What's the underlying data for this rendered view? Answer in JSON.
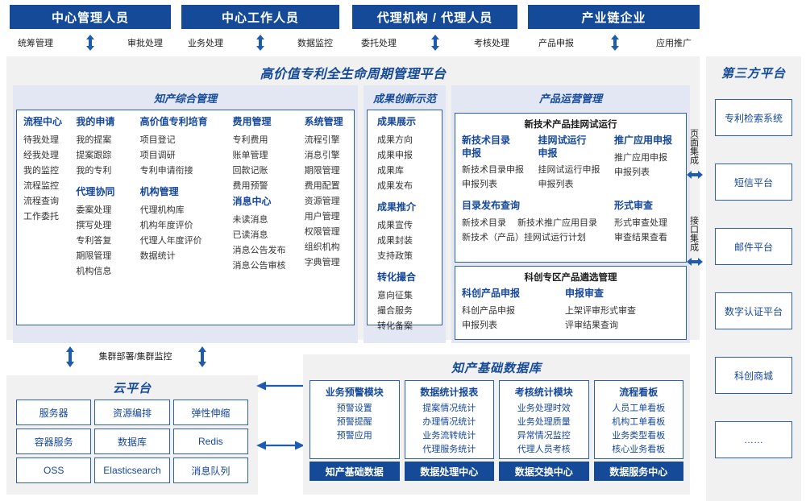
{
  "roles": [
    {
      "title": "中心管理人员",
      "left": "统筹管理",
      "right": "审批处理"
    },
    {
      "title": "中心工作人员",
      "left": "业务处理",
      "right": "数据监控"
    },
    {
      "title": "代理机构 / 代理人员",
      "left": "委托处理",
      "right": "考核处理"
    },
    {
      "title": "产业链企业",
      "left": "产品申报",
      "right": "应用推广"
    }
  ],
  "platform": {
    "title": "高价值专利全生命周期管理平台",
    "groups": {
      "ip_mgmt": {
        "title": "知产综合管理",
        "columns": [
          {
            "sections": [
              {
                "heading": "流程中心",
                "items": [
                  "待我处理",
                  "经我处理",
                  "我的监控",
                  "流程监控",
                  "流程查询",
                  "工作委托"
                ]
              }
            ]
          },
          {
            "sections": [
              {
                "heading": "我的申请",
                "items": [
                  "我的提案",
                  "提案跟踪",
                  "我的专利"
                ]
              },
              {
                "heading": "代理协同",
                "items": [
                  "委案处理",
                  "撰写处理",
                  "专利答复",
                  "期限管理",
                  "机构信息"
                ]
              }
            ]
          },
          {
            "sections": [
              {
                "heading": "高价值专利培育",
                "items": [
                  "项目登记",
                  "项目调研",
                  "专利申请衔接"
                ]
              },
              {
                "heading": "机构管理",
                "items": [
                  "代理机构库",
                  "机构年度评价",
                  "代理人年度评价",
                  "数据统计"
                ]
              }
            ]
          },
          {
            "sections": [
              {
                "heading": "费用管理",
                "items": [
                  "专利费用",
                  "账单管理",
                  "回款记账",
                  "费用预警"
                ]
              },
              {
                "heading": "消息中心",
                "items": [
                  "未读消息",
                  "已读消息",
                  "消息公告发布",
                  "消息公告审核"
                ]
              }
            ]
          },
          {
            "sections": [
              {
                "heading": "系统管理",
                "items": [
                  "流程引擎",
                  "消息引擎",
                  "期限管理",
                  "费用配置",
                  "资源管理",
                  "用户管理",
                  "权限管理",
                  "组织机构",
                  "字典管理"
                ]
              }
            ]
          }
        ]
      },
      "achievement": {
        "title": "成果创新示范",
        "columns": [
          {
            "sections": [
              {
                "heading": "成果展示",
                "items": [
                  "成果方向",
                  "成果申报",
                  "成果库",
                  "成果发布"
                ]
              },
              {
                "heading": "成果推介",
                "items": [
                  "成果宣传",
                  "成果封装",
                  "支持政策"
                ]
              },
              {
                "heading": "转化撮合",
                "items": [
                  "意向征集",
                  "撮合服务",
                  "转化备案"
                ]
              }
            ]
          }
        ]
      },
      "product_ops": {
        "title": "产品运营管理",
        "panels": [
          {
            "title": "新技术产品挂网试运行",
            "rows": [
              {
                "cols": [
                  {
                    "heading": "新技术目录\n申报",
                    "items": [
                      "新技术目录申报",
                      "申报列表"
                    ]
                  },
                  {
                    "heading": "挂网试运行\n申报",
                    "items": [
                      "挂网试运行申报",
                      "申报列表"
                    ]
                  },
                  {
                    "heading": "推广应用申报",
                    "items": [
                      "推广应用申报",
                      "申报列表"
                    ]
                  }
                ]
              },
              {
                "cols": [
                  {
                    "heading": "目录发布查询",
                    "inline": [
                      "新技术目录",
                      "新技术推广应用目录"
                    ],
                    "items": [
                      "新技术（产品）挂网试运行计划"
                    ]
                  },
                  {
                    "heading": "形式审查",
                    "items": [
                      "形式审查处理",
                      "审查结果查看"
                    ]
                  }
                ]
              }
            ]
          },
          {
            "title": "科创专区产品遴选管理",
            "rows": [
              {
                "cols": [
                  {
                    "heading": "科创产品申报",
                    "items": [
                      "科创产品申报",
                      "申报列表"
                    ]
                  },
                  {
                    "heading": "申报审查",
                    "items": [
                      "上架评审形式审查",
                      "评审结果查询"
                    ]
                  }
                ]
              }
            ]
          }
        ]
      }
    }
  },
  "integration": {
    "page": "页面集成",
    "api": "接口集成"
  },
  "third_party": {
    "title": "第三方平台",
    "items": [
      "专利检索系统",
      "短信平台",
      "邮件平台",
      "数字认证平台",
      "科创商城",
      "……"
    ]
  },
  "cloud": {
    "title": "云平台",
    "note": "集群部署/集群监控",
    "cells": [
      "服务器",
      "资源编排",
      "弹性伸缩",
      "容器服务",
      "数据库",
      "Redis",
      "OSS",
      "Elasticsearch",
      "消息队列"
    ]
  },
  "database": {
    "title": "知产基础数据库",
    "columns": [
      {
        "heading": "业务预警模块",
        "items": [
          "预警设置",
          "预警提醒",
          "预警应用"
        ],
        "footer": "知产基础数据"
      },
      {
        "heading": "数据统计报表",
        "items": [
          "提案情况统计",
          "办理情况统计",
          "业务流转统计",
          "代理服务统计"
        ],
        "footer": "数据处理中心"
      },
      {
        "heading": "考核统计模块",
        "items": [
          "业务处理时效",
          "业务处理质量",
          "异常情况监控",
          "代理人员考核"
        ],
        "footer": "数据交换中心"
      },
      {
        "heading": "流程看板",
        "items": [
          "人员工单看板",
          "机构工单看板",
          "业务类型看板",
          "核心业务看板"
        ],
        "footer": "数据服务中心"
      }
    ]
  },
  "colors": {
    "brand_blue": "#154a98",
    "border_blue": "#2f5fa8",
    "panel_gray": "#f1f1f1",
    "group_gray": "#e3e7f3"
  }
}
